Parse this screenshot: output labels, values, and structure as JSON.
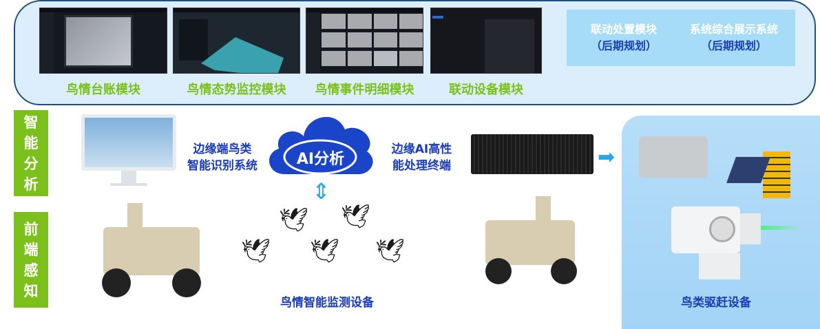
{
  "top_modules": [
    {
      "label": "鸟情台账模块"
    },
    {
      "label": "鸟情态势监控模块"
    },
    {
      "label": "鸟情事件明细模块"
    },
    {
      "label": "联动设备模块"
    }
  ],
  "planned": [
    {
      "title": "联动处置模块",
      "sub": "（后期规划）"
    },
    {
      "title": "系统综合展示系统",
      "sub": "（后期规划）"
    }
  ],
  "tags": {
    "analysis": [
      "智",
      "能",
      "分",
      "析"
    ],
    "perception": [
      "前",
      "端",
      "感",
      "知"
    ]
  },
  "edge_system": [
    "边缘端鸟类",
    "智能识别系统"
  ],
  "cloud_label": "AI分析",
  "terminal": [
    "边缘AI高性",
    "能处理终端"
  ],
  "monitor_label": "鸟情智能监测设备",
  "repel_label": "鸟类驱赶设备",
  "colors": {
    "green": "#7cc11b",
    "blue": "#1a3db5",
    "panel": "#dcedfc",
    "box": "#a6dcf8"
  }
}
